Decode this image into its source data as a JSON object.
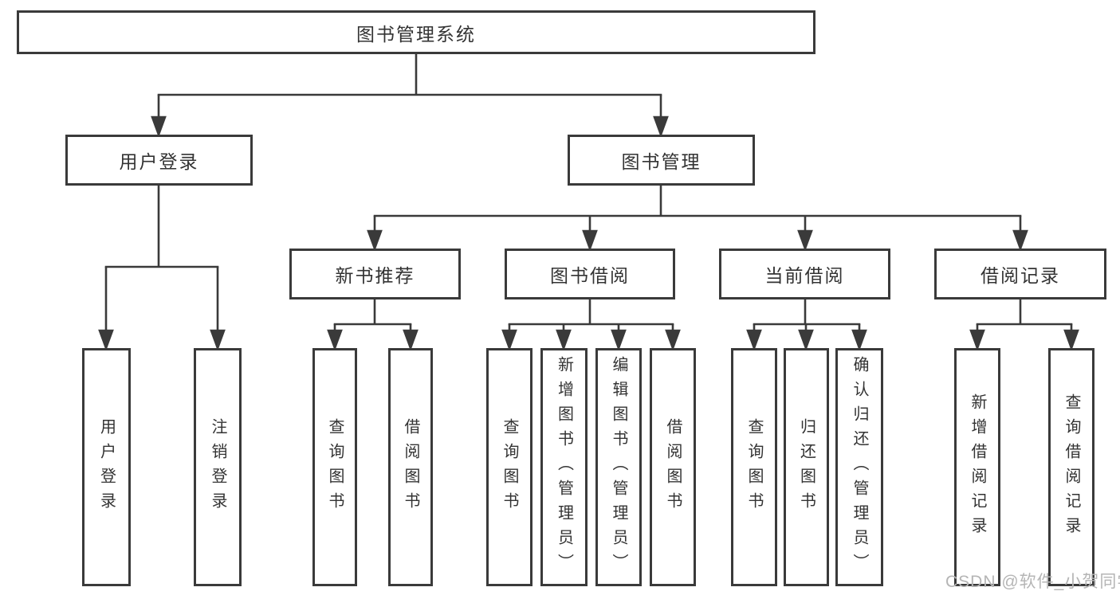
{
  "diagram": {
    "root": {
      "label": "图书管理系统"
    },
    "branches": [
      {
        "label": "用户登录",
        "children": [
          {
            "label": "用户登录"
          },
          {
            "label": "注销登录"
          }
        ]
      },
      {
        "label": "图书管理",
        "groups": [
          {
            "label": "新书推荐",
            "children": [
              {
                "label": "查询图书"
              },
              {
                "label": "借阅图书"
              }
            ]
          },
          {
            "label": "图书借阅",
            "children": [
              {
                "label": "查询图书"
              },
              {
                "label": "新增图书（管理员）"
              },
              {
                "label": "编辑图书（管理员）"
              },
              {
                "label": "借阅图书"
              }
            ]
          },
          {
            "label": "当前借阅",
            "children": [
              {
                "label": "查询图书"
              },
              {
                "label": "归还图书"
              },
              {
                "label": "确认归还（管理员）"
              }
            ]
          },
          {
            "label": "借阅记录",
            "children": [
              {
                "label": "新增借阅记录"
              },
              {
                "label": "查询借阅记录"
              }
            ]
          }
        ]
      }
    ]
  },
  "watermark": {
    "text": "CSDN @软件_小贺同学"
  },
  "colors": {
    "line": "#3a3a3a",
    "text": "#333333",
    "watermark": "#b5b5b5",
    "background": "#ffffff"
  }
}
